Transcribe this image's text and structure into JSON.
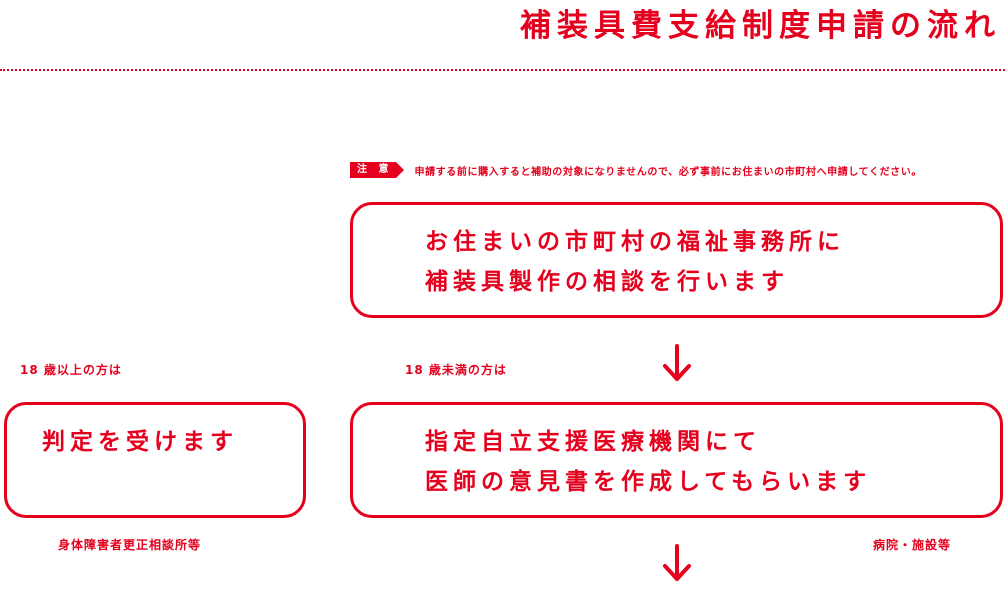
{
  "header": {
    "title": "補装具費支給制度申請の流れ"
  },
  "notice": {
    "badge": "注 意",
    "text": "申請する前に購入すると補助の対象になりませんので、必ず事前にお住まいの市町村へ申請してください。"
  },
  "steps": {
    "consult": {
      "line1": "お住まいの市町村の福祉事務所に",
      "line2": "補装具製作の相談を行います"
    },
    "judgement": {
      "line1": "判定を受けます",
      "condition": "18 歳以上の方は",
      "place": "身体障害者更正相談所等"
    },
    "doctor": {
      "line1": "指定自立支援医療機関にて",
      "line2": "医師の意見書を作成してもらいます",
      "condition": "18 歳未満の方は",
      "place": "病院・施設等"
    }
  },
  "colors": {
    "accent": "#e5001e",
    "background": "#ffffff"
  },
  "icons": [
    "arrow-down-icon",
    "arrow-down-icon"
  ]
}
